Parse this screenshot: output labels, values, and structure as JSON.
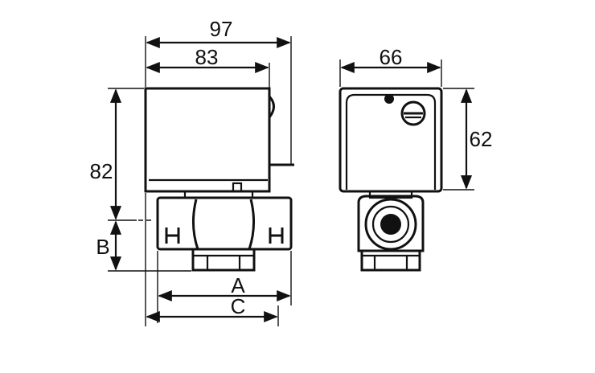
{
  "dimensions": {
    "width_total": "97",
    "width_body": "83",
    "height_total": "82",
    "height_pipe": "B",
    "width_pipe_a": "A",
    "width_pipe_c": "C",
    "side_width": "66",
    "side_height": "62"
  }
}
